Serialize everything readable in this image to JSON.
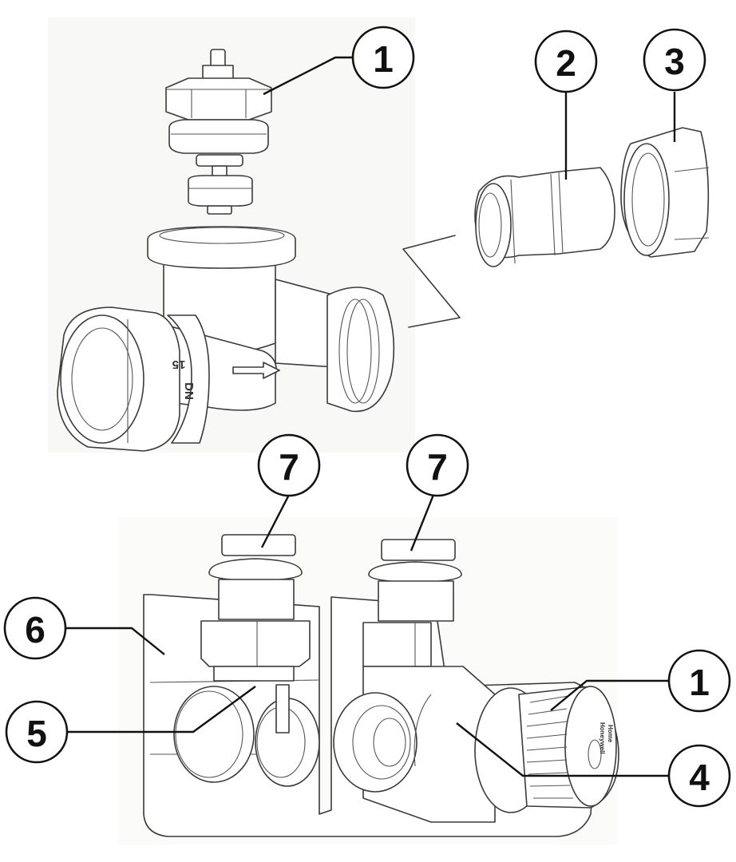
{
  "diagram": {
    "title": "Valve assembly exploded view",
    "colors": {
      "background": "#ffffff",
      "panel": "#f7f7f5",
      "line": "#3a3a3a",
      "callout": "#111111"
    },
    "top_assembly": {
      "body_marking_top": "15",
      "body_marking_bottom": "DN",
      "flow_arrow": "right-arrow"
    },
    "bottom_assembly": {
      "cap_brand": "Honeywell",
      "cap_subtext": "Home"
    },
    "callouts": [
      {
        "id": "callout-1-top",
        "label": "1",
        "part": "valve insert"
      },
      {
        "id": "callout-2",
        "label": "2",
        "part": "compression adapter"
      },
      {
        "id": "callout-3",
        "label": "3",
        "part": "union nut"
      },
      {
        "id": "callout-7-left",
        "label": "7",
        "part": "radiator connection"
      },
      {
        "id": "callout-7-right",
        "label": "7",
        "part": "radiator connection"
      },
      {
        "id": "callout-6",
        "label": "6",
        "part": "cover bracket"
      },
      {
        "id": "callout-5",
        "label": "5",
        "part": "shut-off spindle"
      },
      {
        "id": "callout-1-bottom",
        "label": "1",
        "part": "valve insert"
      },
      {
        "id": "callout-4",
        "label": "4",
        "part": "valve body"
      }
    ]
  }
}
